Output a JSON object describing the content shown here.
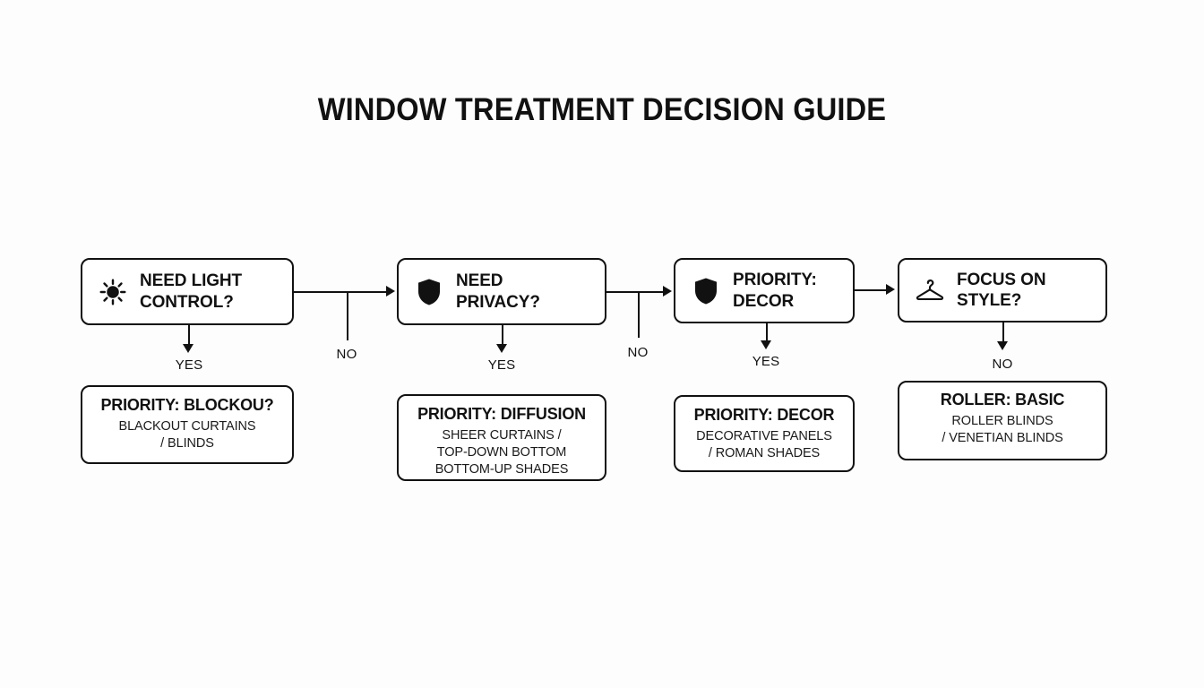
{
  "page": {
    "title": "WINDOW TREATMENT DECISION GUIDE",
    "background_color": "#fdfdfd",
    "line_color": "#111111",
    "box_fill": "#ffffff"
  },
  "decisions": [
    {
      "id": "light-control",
      "icon": "sun-icon",
      "label": "NEED LIGHT\nCONTROL?"
    },
    {
      "id": "privacy",
      "icon": "shield-icon",
      "label": "NEED\nPRIVACY?"
    },
    {
      "id": "decor",
      "icon": "shield-icon",
      "label": "PRIORITY:\nDECOR"
    },
    {
      "id": "style",
      "icon": "hanger-icon",
      "label": "FOCUS ON\nSTYLE?"
    }
  ],
  "outcomes": [
    {
      "id": "blockout",
      "title": "PRIORITY: BLOCKOU?",
      "subtitle": "BLACKOUT CURTAINS\n/ BLINDS"
    },
    {
      "id": "diffusion",
      "title": "PRIORITY: DIFFUSION",
      "subtitle": "SHEER CURTAINS /\nTOP-DOWN BOTTOM\nBOTTOM-UP SHADES"
    },
    {
      "id": "decor",
      "title": "PRIORITY: DECOR",
      "subtitle": "DECORATIVE PANELS\n/ ROMAN SHADES"
    },
    {
      "id": "roller",
      "title": "ROLLER: BASIC",
      "subtitle": "ROLLER BLINDS\n/ VENETIAN BLINDS"
    }
  ],
  "edges": {
    "yes_1": "YES",
    "no_1": "NO",
    "yes_2": "YES",
    "no_2": "NO",
    "yes_3": "YES",
    "no_3": "NO"
  }
}
